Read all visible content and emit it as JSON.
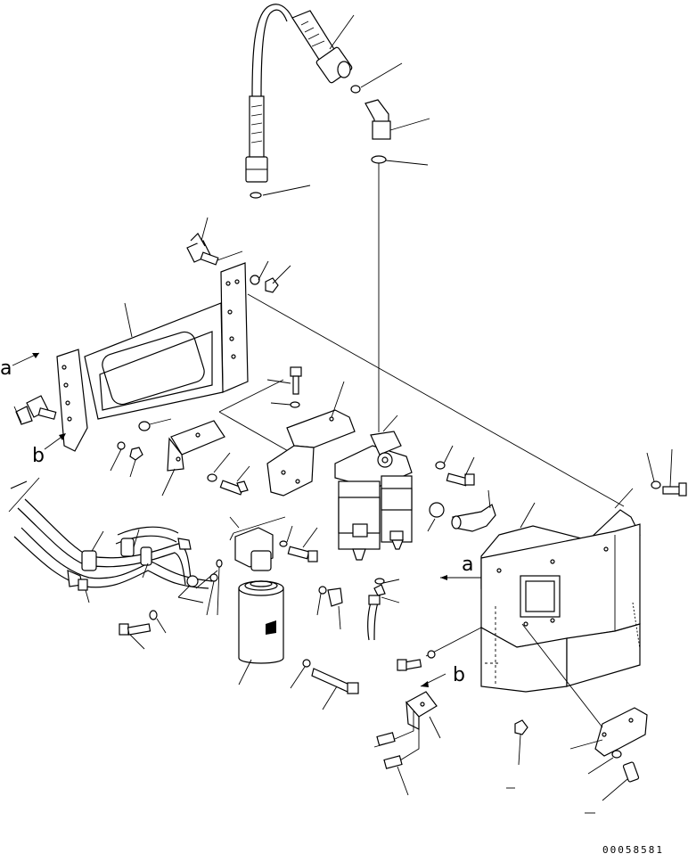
{
  "diagram": {
    "labels": {
      "a_left": "a",
      "b_left": "b",
      "a_right": "a",
      "b_right": "b"
    },
    "drawing_number": "00058581"
  }
}
